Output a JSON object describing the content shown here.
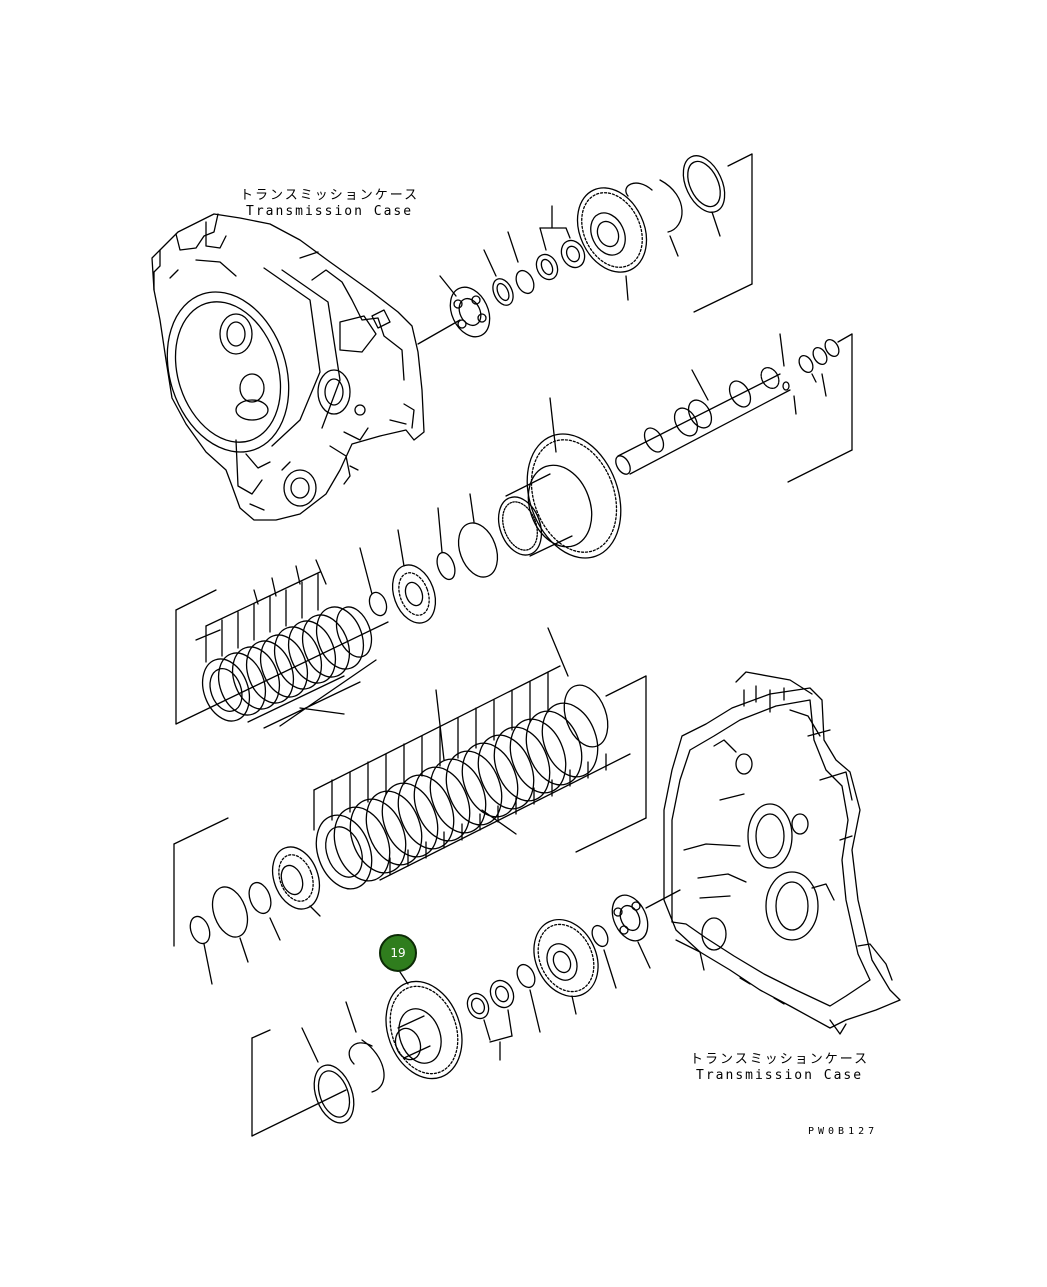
{
  "labels": {
    "case_top_jp": "トランスミッションケース",
    "case_top_en": "Transmission Case",
    "case_bottom_jp": "トランスミッションケース",
    "case_bottom_en": "Transmission Case"
  },
  "drawing_code": "PW0B127",
  "callout": {
    "number": "19",
    "color": "#2f7d1d"
  }
}
